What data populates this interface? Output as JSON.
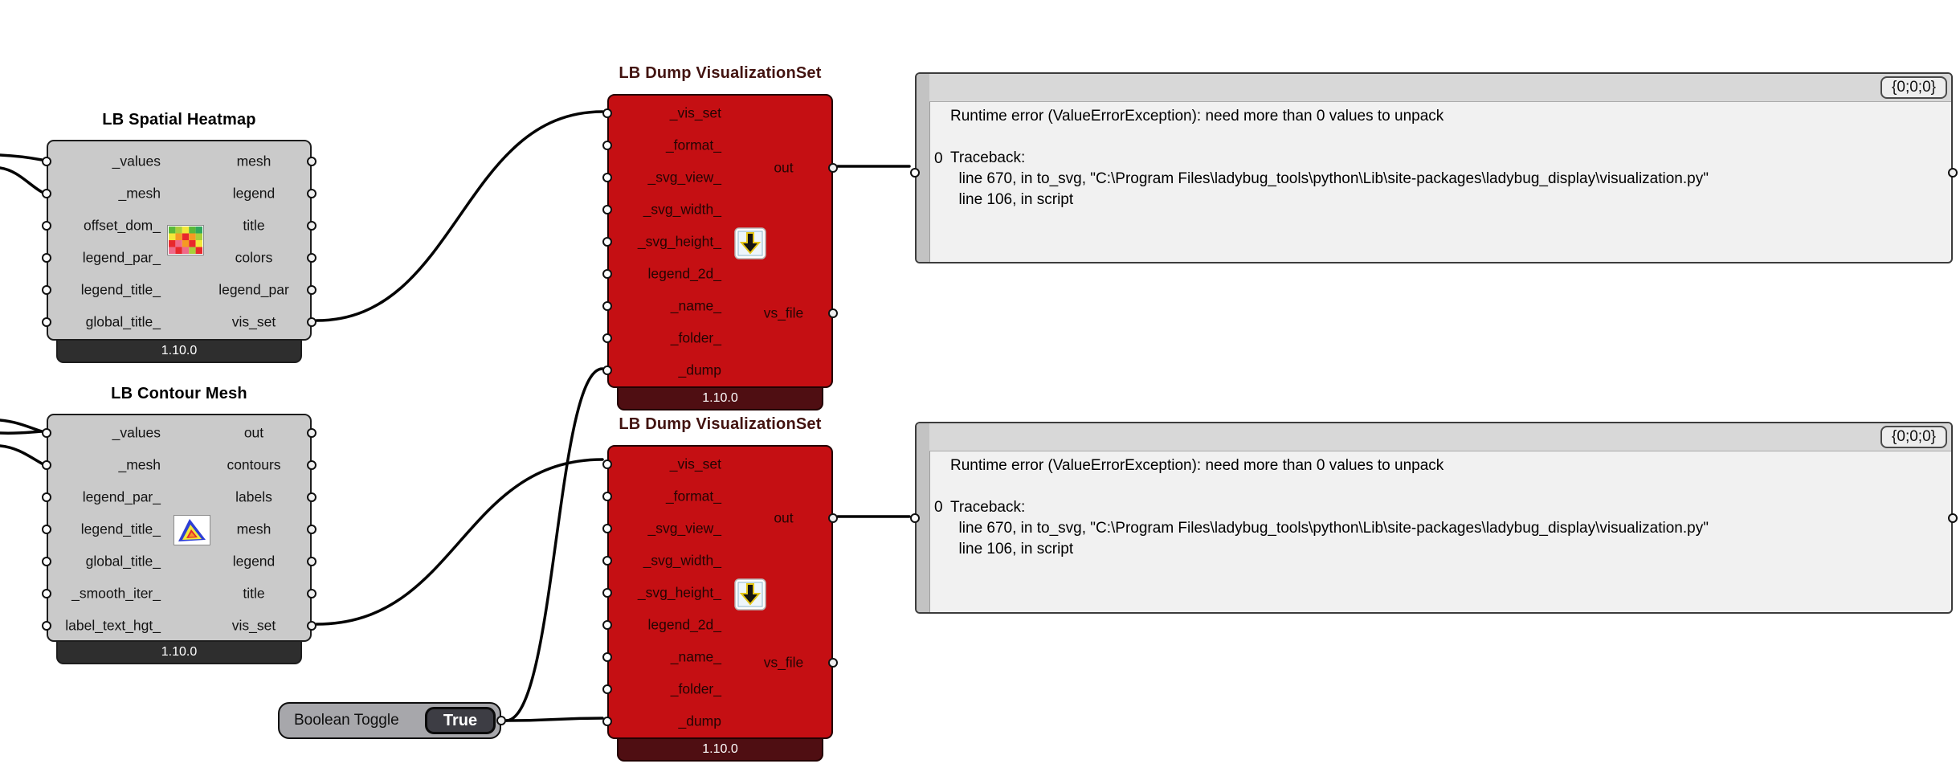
{
  "canvas": {
    "background": "#ffffff",
    "wire_color": "#050505"
  },
  "components": {
    "spatial_heatmap": {
      "title": "LB Spatial Heatmap",
      "version": "1.10.0",
      "inputs": [
        "_values",
        "_mesh",
        "offset_dom_",
        "legend_par_",
        "legend_title_",
        "global_title_"
      ],
      "outputs": [
        "mesh",
        "legend",
        "title",
        "colors",
        "legend_par",
        "vis_set"
      ],
      "icon": "heatmap-icon"
    },
    "contour_mesh": {
      "title": "LB Contour Mesh",
      "version": "1.10.0",
      "inputs": [
        "_values",
        "_mesh",
        "legend_par_",
        "legend_title_",
        "global_title_",
        "_smooth_iter_",
        "label_text_hgt_"
      ],
      "outputs": [
        "out",
        "contours",
        "labels",
        "mesh",
        "legend",
        "title",
        "vis_set"
      ],
      "icon": "contour-icon"
    },
    "dump_visualization_set_1": {
      "title": "LB Dump VisualizationSet",
      "version": "1.10.0",
      "inputs": [
        "_vis_set",
        "_format_",
        "_svg_view_",
        "_svg_width_",
        "_svg_height_",
        "legend_2d_",
        "_name_",
        "_folder_",
        "_dump"
      ],
      "outputs": [
        "out",
        "vs_file"
      ],
      "icon": "download-icon",
      "state_color": "#c50f13"
    },
    "dump_visualization_set_2": {
      "title": "LB Dump VisualizationSet",
      "version": "1.10.0",
      "inputs": [
        "_vis_set",
        "_format_",
        "_svg_view_",
        "_svg_width_",
        "_svg_height_",
        "legend_2d_",
        "_name_",
        "_folder_",
        "_dump"
      ],
      "outputs": [
        "out",
        "vs_file"
      ],
      "icon": "download-icon",
      "state_color": "#c50f13"
    },
    "boolean_toggle": {
      "label": "Boolean Toggle",
      "value": "True"
    }
  },
  "panels": [
    {
      "path_index": "{0;0;0}",
      "item_index": "0",
      "lines": [
        "Runtime error (ValueErrorException): need more than 0 values to unpack",
        "",
        "Traceback:",
        "  line 670, in to_svg, \"C:\\Program Files\\ladybug_tools\\python\\Lib\\site-packages\\ladybug_display\\visualization.py\"",
        "  line 106, in script"
      ]
    },
    {
      "path_index": "{0;0;0}",
      "item_index": "0",
      "lines": [
        "Runtime error (ValueErrorException): need more than 0 values to unpack",
        "",
        "Traceback:",
        "  line 670, in to_svg, \"C:\\Program Files\\ladybug_tools\\python\\Lib\\site-packages\\ladybug_display\\visualization.py\"",
        "  line 106, in script"
      ]
    }
  ]
}
